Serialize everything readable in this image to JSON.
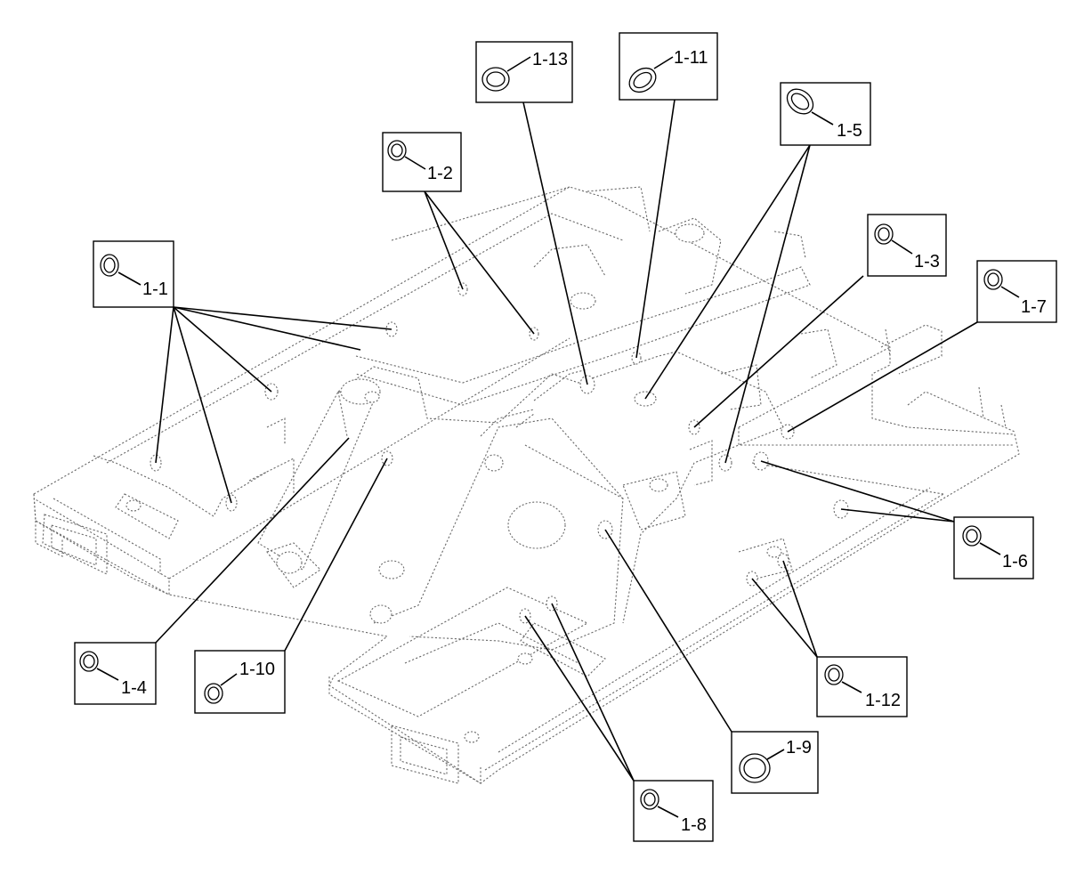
{
  "callouts": [
    {
      "id": "1-1",
      "label": "1-1"
    },
    {
      "id": "1-2",
      "label": "1-2"
    },
    {
      "id": "1-3",
      "label": "1-3"
    },
    {
      "id": "1-4",
      "label": "1-4"
    },
    {
      "id": "1-5",
      "label": "1-5"
    },
    {
      "id": "1-6",
      "label": "1-6"
    },
    {
      "id": "1-7",
      "label": "1-7"
    },
    {
      "id": "1-8",
      "label": "1-8"
    },
    {
      "id": "1-9",
      "label": "1-9"
    },
    {
      "id": "1-10",
      "label": "1-10"
    },
    {
      "id": "1-11",
      "label": "1-11"
    },
    {
      "id": "1-12",
      "label": "1-12"
    },
    {
      "id": "1-13",
      "label": "1-13"
    }
  ]
}
